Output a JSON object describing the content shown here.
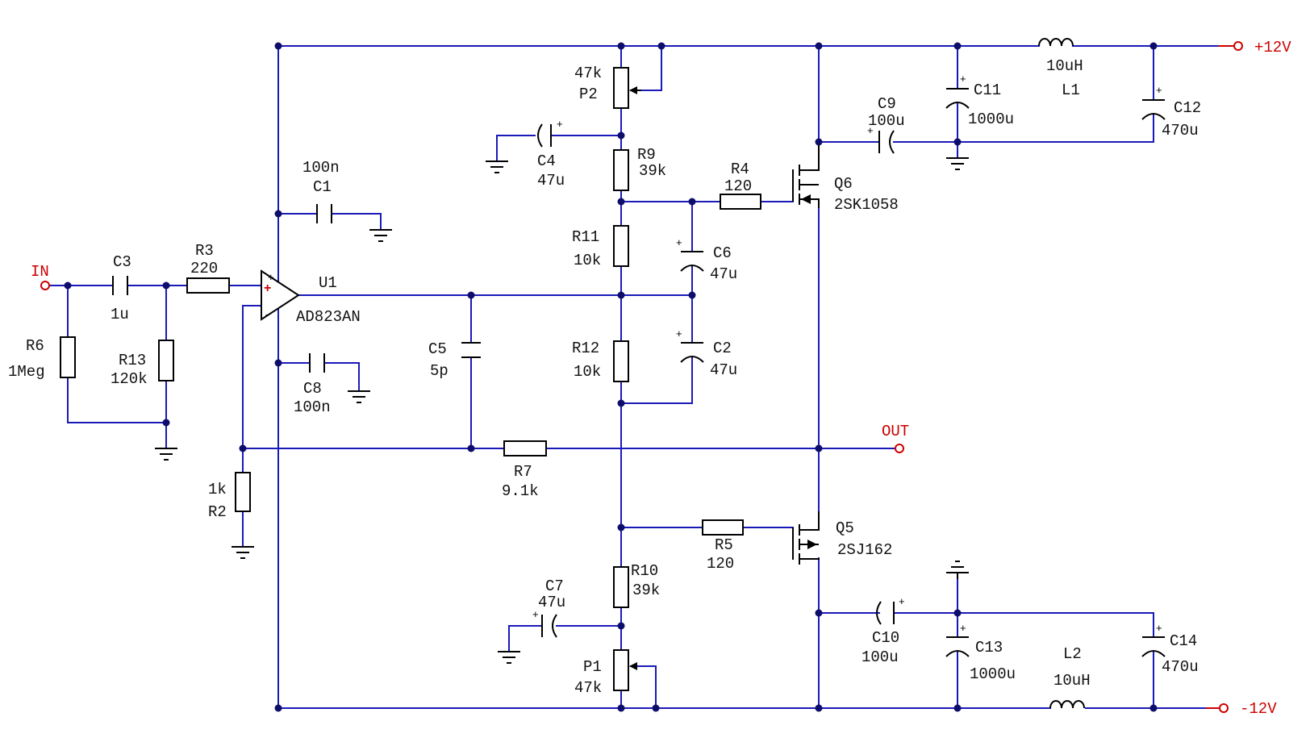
{
  "ports": {
    "in": "IN",
    "out": "OUT",
    "vpos": "+12V",
    "vneg": "-12V"
  },
  "opamp": {
    "ref": "U1",
    "value": "AD823AN",
    "plus": "+",
    "minus": "-"
  },
  "components": {
    "R6": {
      "ref": "R6",
      "value": "1Meg"
    },
    "C3": {
      "ref": "C3",
      "value": "1u"
    },
    "R13": {
      "ref": "R13",
      "value": "120k"
    },
    "R3": {
      "ref": "R3",
      "value": "220"
    },
    "C1": {
      "ref": "C1",
      "value": "100n"
    },
    "C8": {
      "ref": "C8",
      "value": "100n"
    },
    "R2": {
      "ref": "R2",
      "value": "1k"
    },
    "C5": {
      "ref": "C5",
      "value": "5p"
    },
    "R7": {
      "ref": "R7",
      "value": "9.1k"
    },
    "P2": {
      "ref": "P2",
      "value": "47k"
    },
    "C4": {
      "ref": "C4",
      "value": "47u"
    },
    "R9": {
      "ref": "R9",
      "value": "39k"
    },
    "R11": {
      "ref": "R11",
      "value": "10k"
    },
    "R12": {
      "ref": "R12",
      "value": "10k"
    },
    "C6": {
      "ref": "C6",
      "value": "47u"
    },
    "C2": {
      "ref": "C2",
      "value": "47u"
    },
    "R4": {
      "ref": "R4",
      "value": "120"
    },
    "Q6": {
      "ref": "Q6",
      "value": "2SK1058"
    },
    "R5": {
      "ref": "R5",
      "value": "120"
    },
    "Q5": {
      "ref": "Q5",
      "value": "2SJ162"
    },
    "R10": {
      "ref": "R10",
      "value": "39k"
    },
    "C7": {
      "ref": "C7",
      "value": "47u"
    },
    "P1": {
      "ref": "P1",
      "value": "47k"
    },
    "C9": {
      "ref": "C9",
      "value": "100u"
    },
    "C11": {
      "ref": "C11",
      "value": "1000u"
    },
    "L1": {
      "ref": "L1",
      "value": "10uH"
    },
    "C12": {
      "ref": "C12",
      "value": "470u"
    },
    "C10": {
      "ref": "C10",
      "value": "100u"
    },
    "C13": {
      "ref": "C13",
      "value": "1000u"
    },
    "L2": {
      "ref": "L2",
      "value": "10uH"
    },
    "C14": {
      "ref": "C14",
      "value": "470u"
    }
  },
  "polarity_mark": "+",
  "colors": {
    "wire": "#1a1ab8",
    "port": "#cc0000",
    "junction": "#0d0d6b"
  }
}
